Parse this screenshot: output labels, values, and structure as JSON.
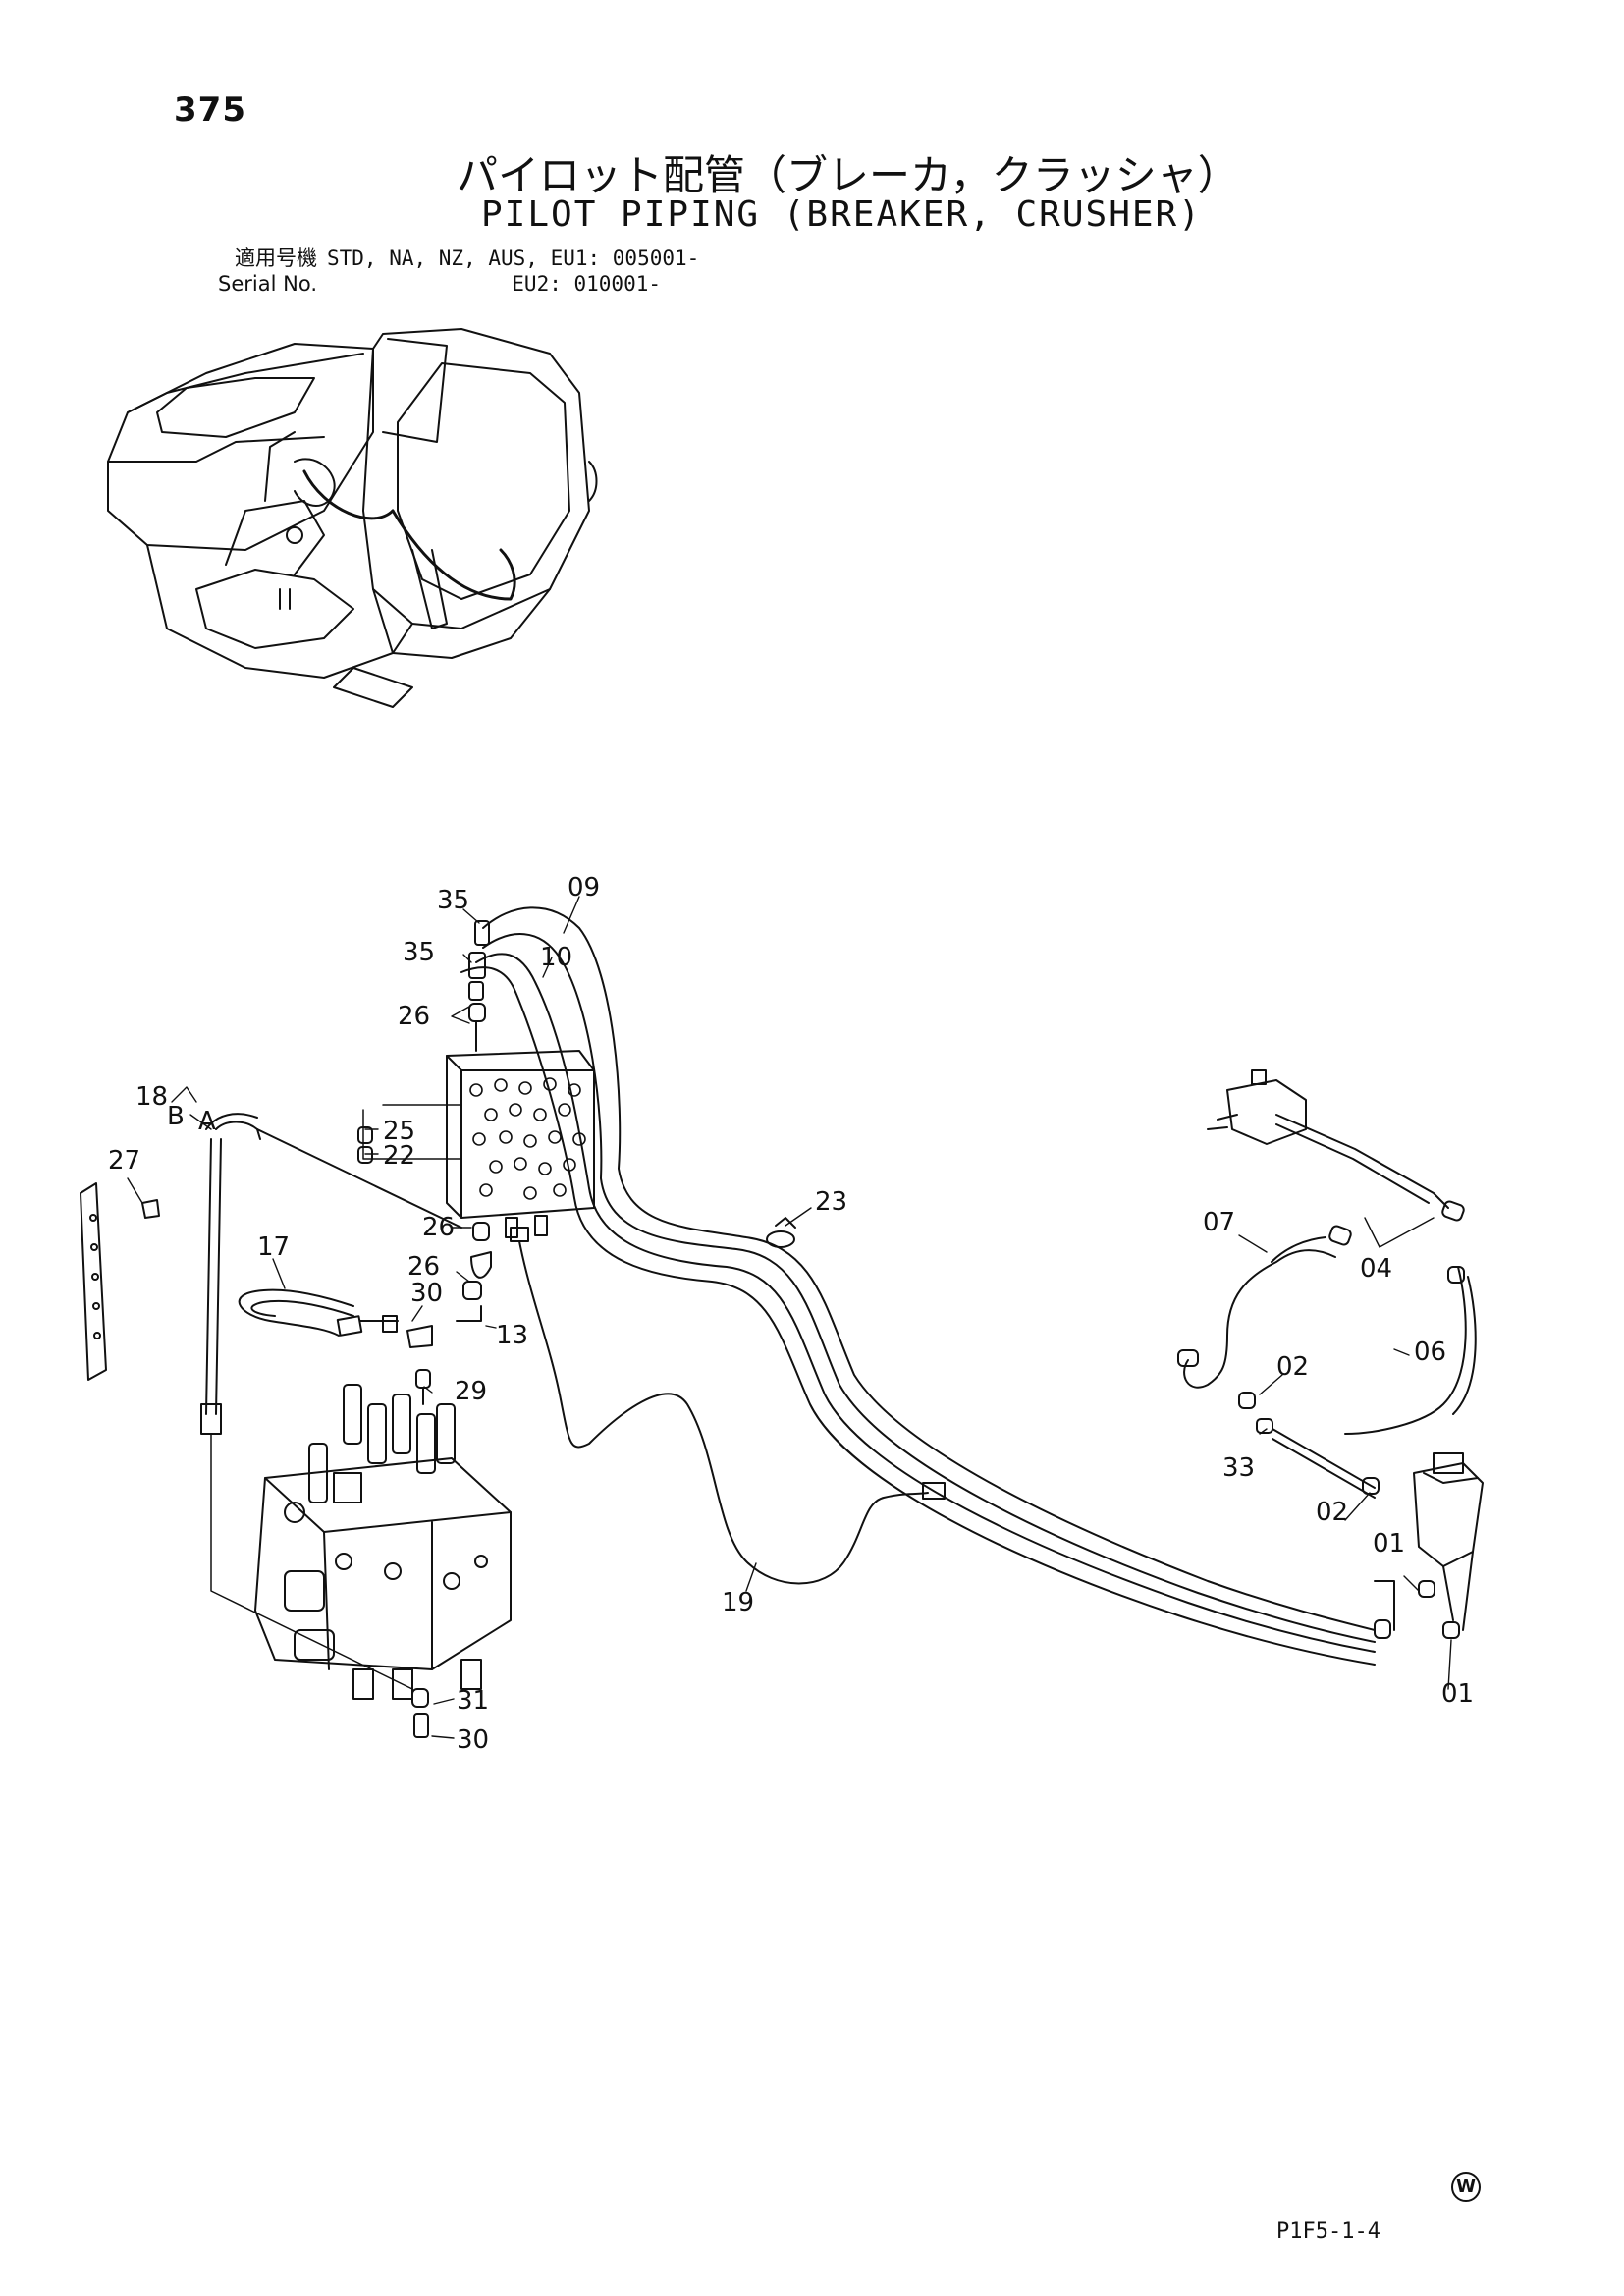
{
  "header": {
    "page_number": "375",
    "title_jp": "パイロット配管（ブレーカ，クラッシャ）",
    "title_en": "PILOT PIPING (BREAKER, CRUSHER)",
    "serial_label_jp": "適用号機",
    "serial_label_en": "Serial No.",
    "serial_line1": "STD, NA, NZ, AUS, EU1: 005001-",
    "serial_line2": "EU2: 010001-"
  },
  "diagram": {
    "callouts": {
      "c35a": "35",
      "c35b": "35",
      "c09": "09",
      "c10": "10",
      "c26a": "26",
      "c26b": "26",
      "c26c": "26",
      "c18": "18",
      "cA": "A",
      "cB": "B",
      "c27": "27",
      "c25": "25",
      "c22": "22",
      "c17": "17",
      "c30a": "30",
      "c13": "13",
      "c29": "29",
      "c23": "23",
      "c19": "19",
      "c31": "31",
      "c30b": "30",
      "c07": "07",
      "c04": "04",
      "c06": "06",
      "c02a": "02",
      "c33": "33",
      "c02b": "02",
      "c01a": "01",
      "c01b": "01"
    }
  },
  "footer": {
    "doc_code": "P1F5-1-4",
    "mark": "W"
  }
}
